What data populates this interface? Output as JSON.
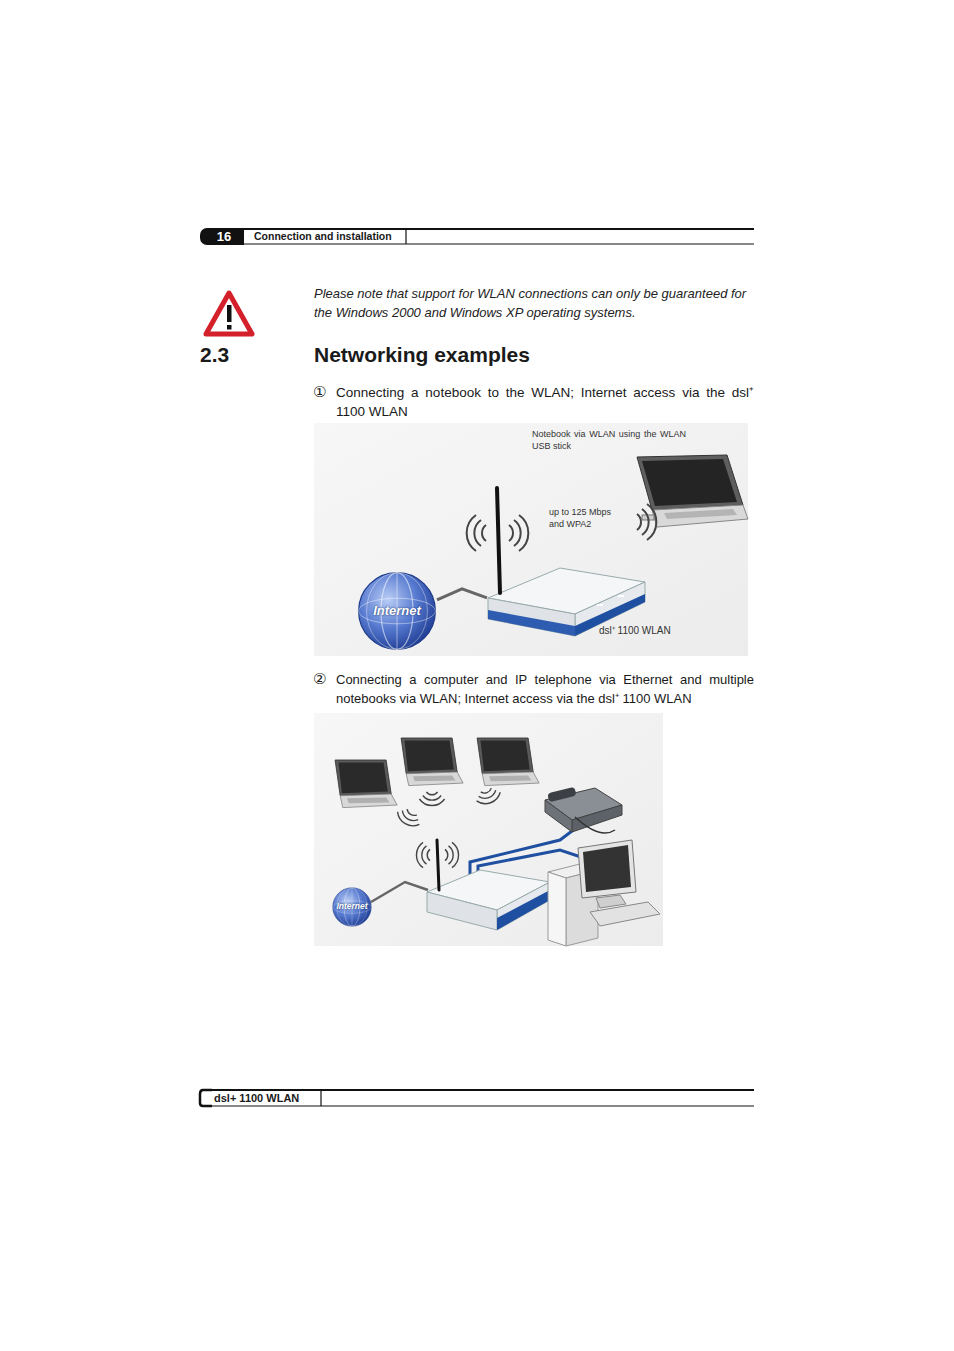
{
  "diagram": {
    "title": "Networking examples",
    "nodes": [
      {
        "text": [
          "Internet"
        ]
      },
      {
        "text": [
          "dsl⁺ 1100 WLAN"
        ]
      },
      {
        "text": [
          "Internet"
        ]
      }
    ],
    "edges": [
      {
        "from": 0,
        "to": 1,
        "arrow": "none"
      }
    ],
    "labels": [
      "16",
      "Connection and installation",
      "Please note that support for WLAN connections can only be guaranteed for the Windows 2000 and Windows XP operating systems.",
      "2.3",
      "①",
      "Connecting a notebook to the WLAN; Internet access via the dsl⁺ 1100 WLAN",
      "Notebook via WLAN using the WLAN USB stick",
      "up to 125 Mbps and WPA2",
      "②",
      "Connecting a computer and IP telephone via Ethernet and multiple notebooks via WLAN; Internet access via the dsl⁺ 1100 WLAN",
      "dsl+ 1100 WLAN"
    ]
  }
}
